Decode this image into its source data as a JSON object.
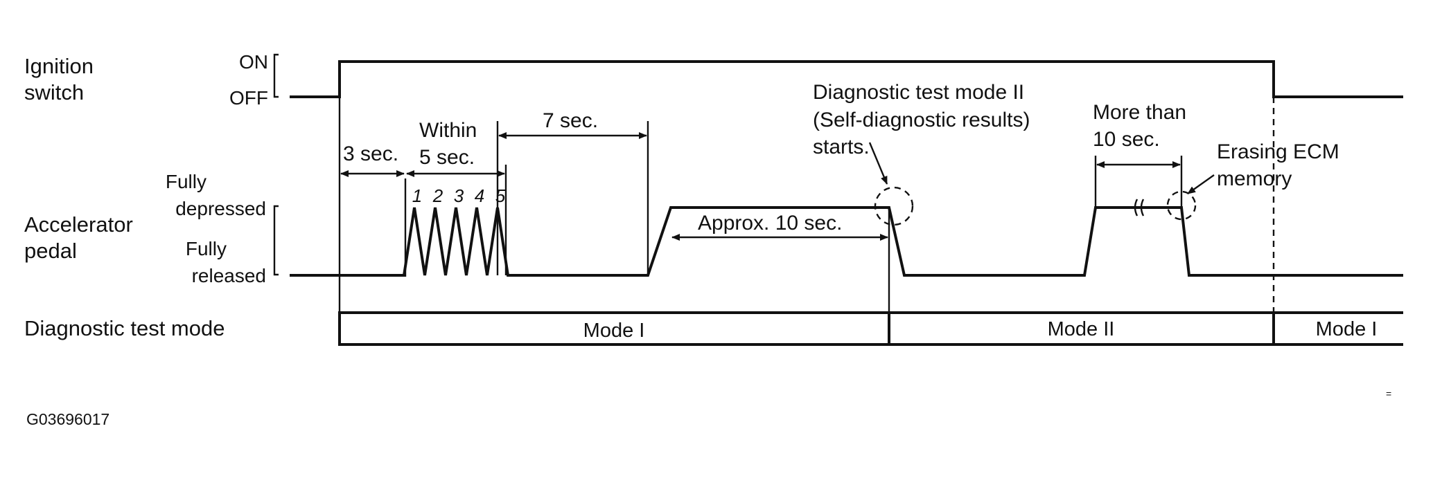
{
  "rows": {
    "ignition": {
      "label_line1": "Ignition",
      "label_line2": "switch",
      "level_on": "ON",
      "level_off": "OFF"
    },
    "accelerator": {
      "label_line1": "Accelerator",
      "label_line2": "pedal",
      "level_depressed_line1": "Fully",
      "level_depressed_line2": "depressed",
      "level_released_line1": "Fully",
      "level_released_line2": "released"
    },
    "mode": {
      "label": "Diagnostic test mode",
      "segments": [
        "Mode I",
        "Mode II",
        "Mode I"
      ]
    }
  },
  "annotations": {
    "wait_3": "3 sec.",
    "within_line1": "Within",
    "within_line2": "5 sec.",
    "wait_7": "7 sec.",
    "approx_10": "Approx. 10 sec.",
    "mode2_line1": "Diagnostic test mode II",
    "mode2_line2": "(Self-diagnostic results)",
    "mode2_line3": "starts.",
    "more_line1": "More than",
    "more_line2": "10 sec.",
    "erase_line1": "Erasing ECM",
    "erase_line2": "memory"
  },
  "press_counts": [
    "1",
    "2",
    "3",
    "4",
    "5"
  ],
  "figure_id": "G03696017",
  "corner_mark": "="
}
